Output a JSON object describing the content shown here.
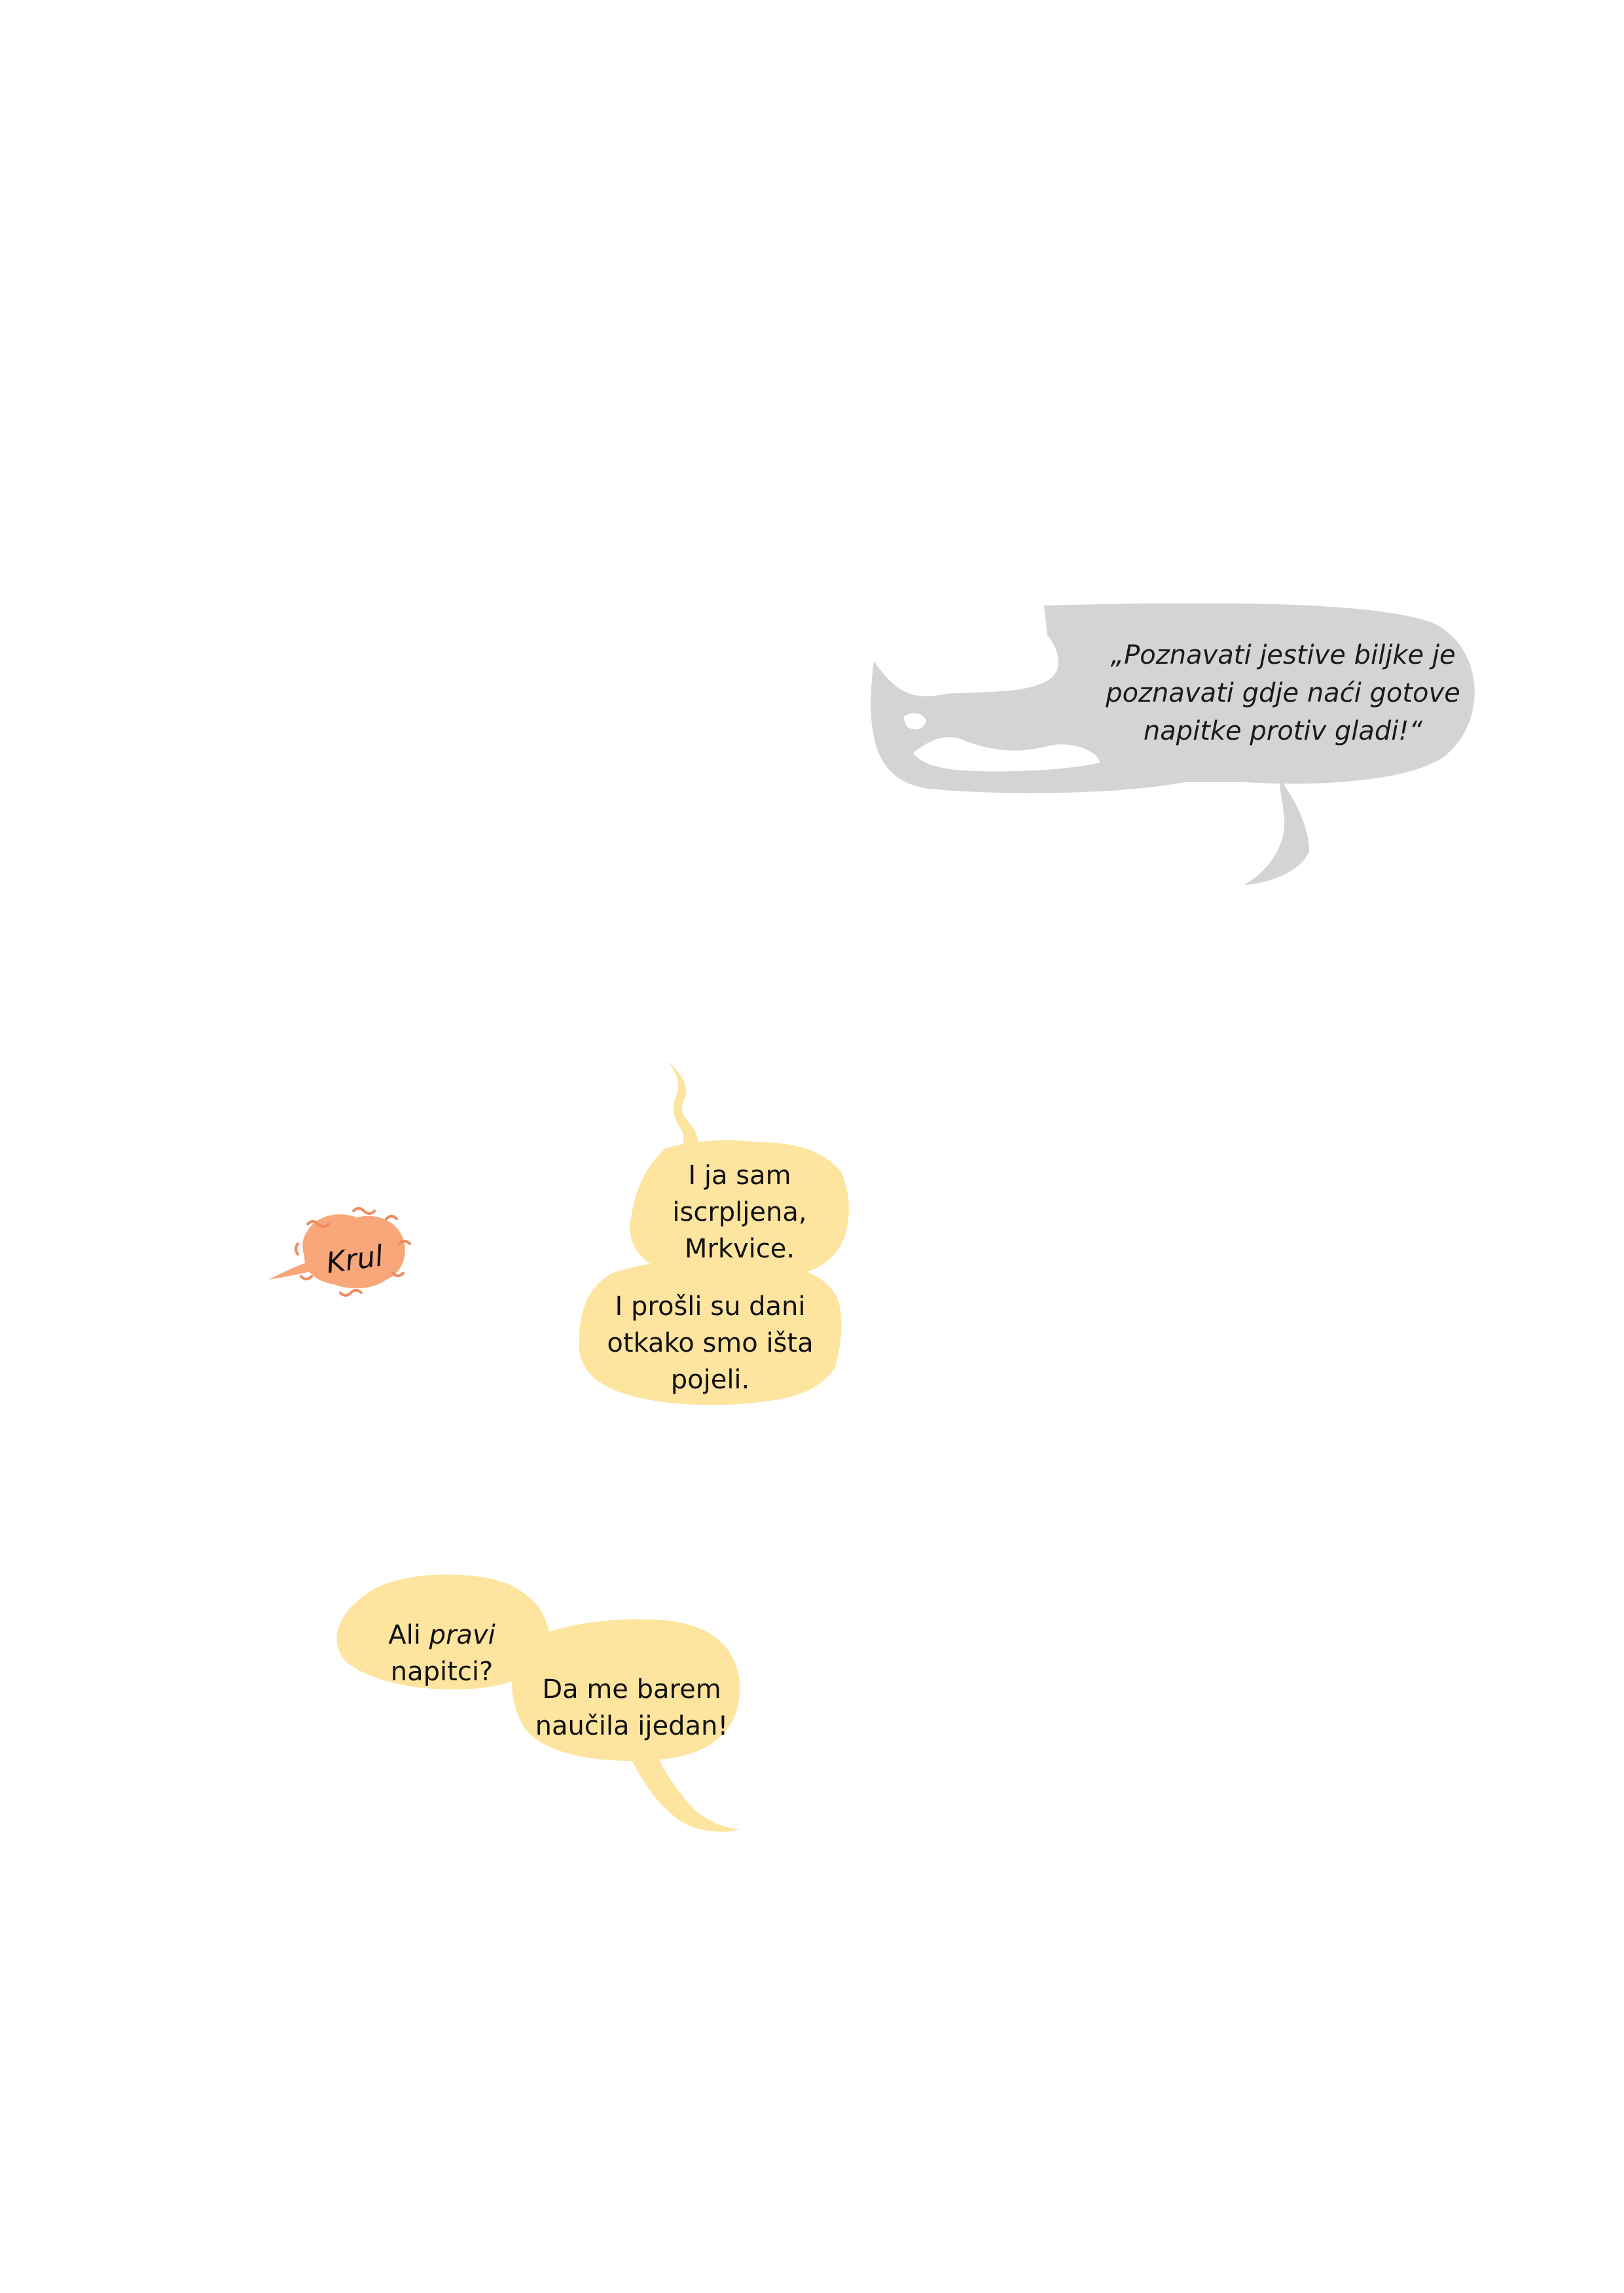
{
  "colors": {
    "quote_bubble": "#d4d4d4",
    "speech_bubble": "#fde49f",
    "sound_effect": "#f7a77a",
    "sound_effect_outline": "#f08a5d"
  },
  "quote_bubble": {
    "lines": [
      "„Poznavati jestive biljke je",
      "poznavati gdje naći gotove",
      "napitke protiv gladi!“"
    ]
  },
  "sound_effect": {
    "text": "Krul"
  },
  "bubble_1": {
    "lines": [
      "I ja sam",
      "iscrpljena,",
      "Mrkvice."
    ]
  },
  "bubble_2": {
    "lines": [
      "I prošli su dani",
      "otkako smo išta",
      "pojeli."
    ]
  },
  "bubble_3": {
    "line1_plain": "Ali ",
    "line1_italic": "pravi",
    "line2": "napitci?"
  },
  "bubble_4": {
    "lines": [
      "Da me barem",
      "naučila ijedan!"
    ]
  }
}
